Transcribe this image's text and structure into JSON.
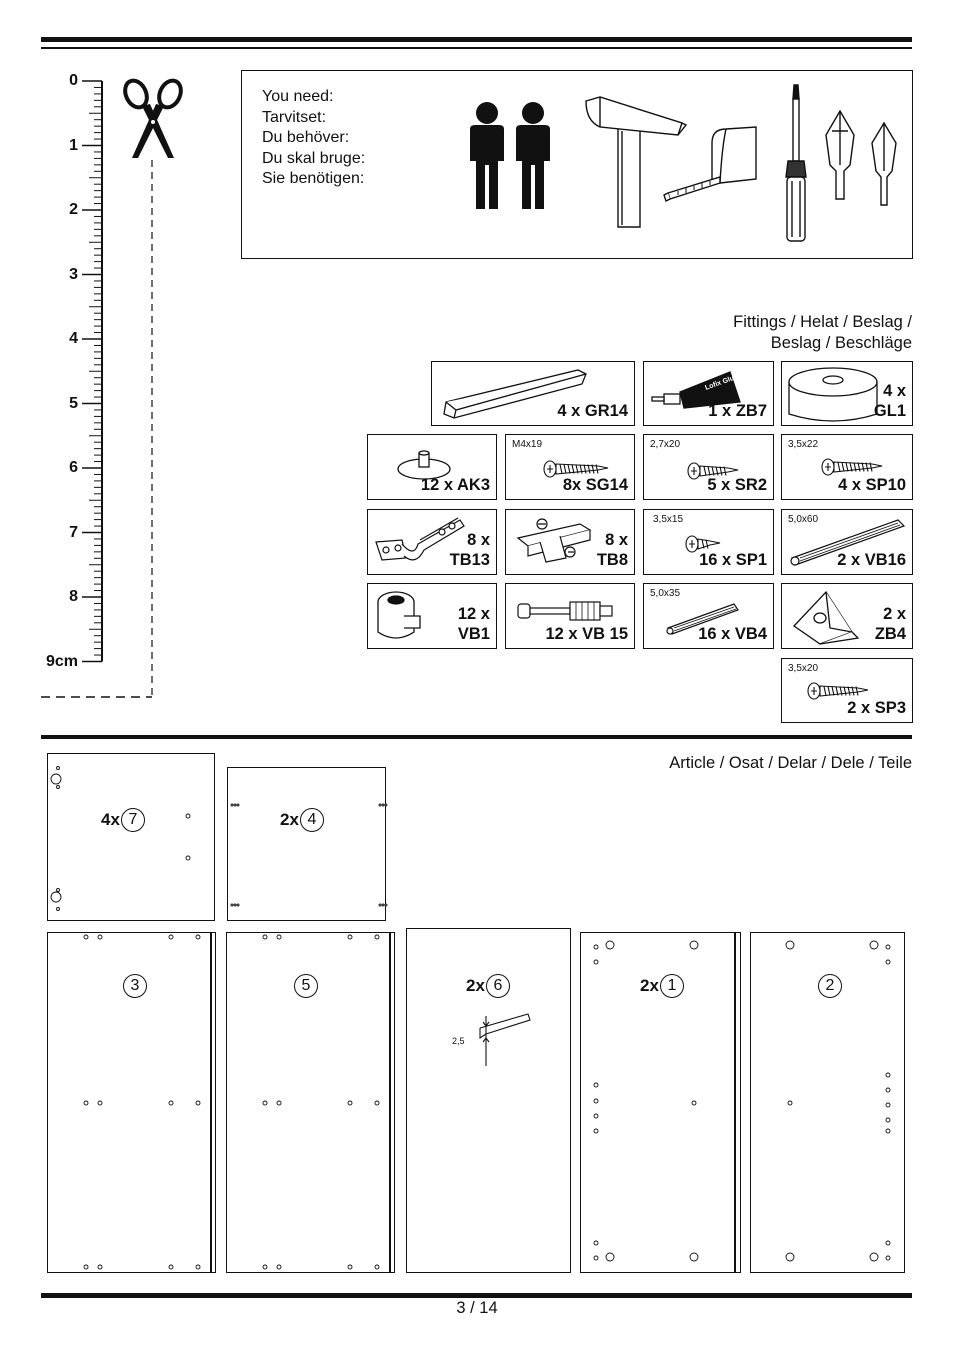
{
  "tools": {
    "lines": [
      "You need:",
      "Tarvitset:",
      "Du behöver:",
      "Du skal bruge:",
      "Sie benötigen:"
    ],
    "icons": [
      "two-persons-icon",
      "hammer-icon",
      "tape-measure-icon",
      "screwdriver-icon",
      "phillips-bit-icon",
      "flat-bit-icon"
    ]
  },
  "ruler": {
    "labels": [
      "0",
      "1",
      "2",
      "3",
      "4",
      "5",
      "6",
      "7",
      "8",
      "9cm"
    ],
    "icon": "scissors-icon"
  },
  "fittings": {
    "heading_line1": "Fittings / Helat / Beslag /",
    "heading_line2": "Beslag / Beschläge",
    "items": [
      {
        "label": "4 x GR14",
        "dim": ""
      },
      {
        "label": "1 x ZB7",
        "dim": "",
        "tube_text": "Lofix Glue Coll"
      },
      {
        "label": "4 x\nGL1",
        "dim": ""
      },
      {
        "label": "12 x AK3",
        "dim": ""
      },
      {
        "label": "8x SG14",
        "dim": "M4x19"
      },
      {
        "label": "5 x SR2",
        "dim": "2,7x20"
      },
      {
        "label": "4 x SP10",
        "dim": "3,5x22"
      },
      {
        "label": "8 x\nTB13",
        "dim": ""
      },
      {
        "label": "8 x\nTB8",
        "dim": ""
      },
      {
        "label": "16 x SP1",
        "dim": "3,5x15"
      },
      {
        "label": "2 x VB16",
        "dim": "5,0x60"
      },
      {
        "label": "12 x\nVB1",
        "dim": ""
      },
      {
        "label": "12 x VB 15",
        "dim": ""
      },
      {
        "label": "16 x VB4",
        "dim": "5,0x35"
      },
      {
        "label": "2 x\nZB4",
        "dim": ""
      },
      {
        "label": "2 x SP3",
        "dim": "3,5x20"
      }
    ]
  },
  "articles": {
    "heading": "Article / Osat / Delar / Dele / Teile",
    "panels": [
      {
        "qty": "4x",
        "num": "7"
      },
      {
        "qty": "2x",
        "num": "4"
      },
      {
        "qty": "",
        "num": "3"
      },
      {
        "qty": "",
        "num": "5"
      },
      {
        "qty": "2x",
        "num": "6",
        "detail_dim": "2,5"
      },
      {
        "qty": "2x",
        "num": "1"
      },
      {
        "qty": "",
        "num": "2"
      }
    ]
  },
  "footer": {
    "page": "3 / 14"
  }
}
